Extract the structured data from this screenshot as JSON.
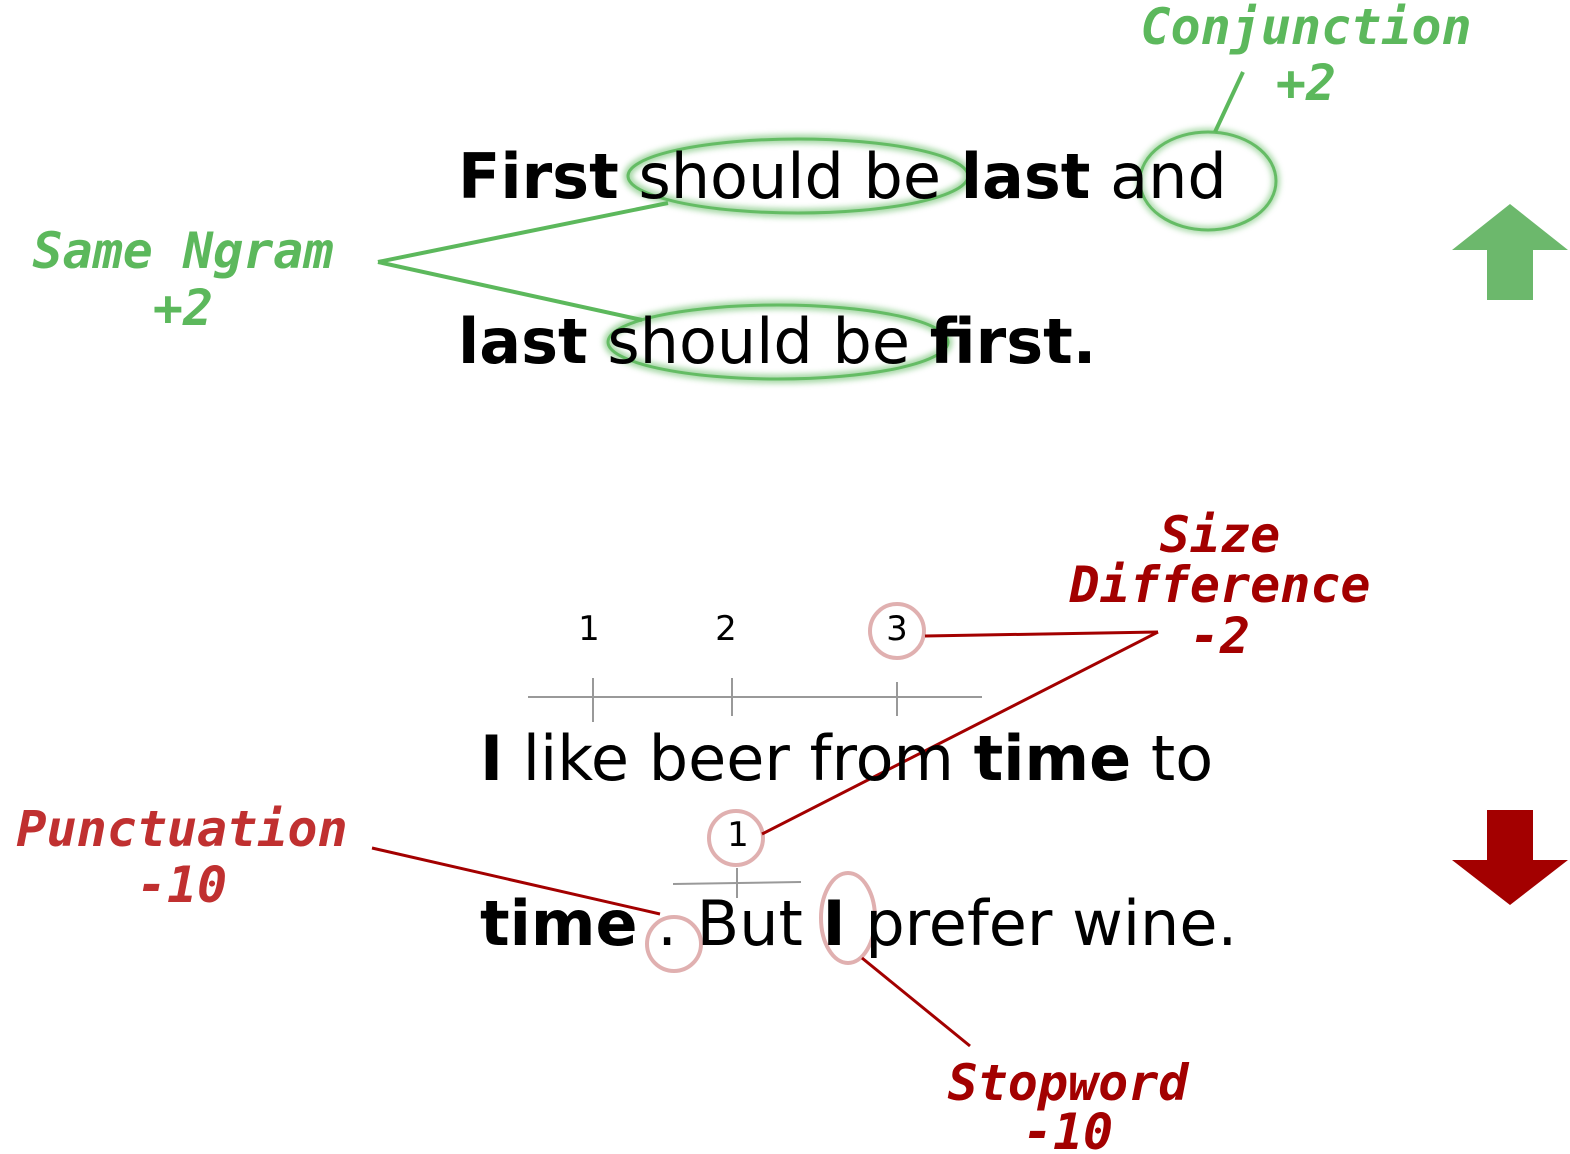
{
  "top": {
    "line1": [
      {
        "text": "First",
        "bold": true
      },
      {
        "text": " should be ",
        "bold": false
      },
      {
        "text": "last",
        "bold": true
      },
      {
        "text": " and",
        "bold": false
      }
    ],
    "line2": [
      {
        "text": "last",
        "bold": true
      },
      {
        "text": " should be ",
        "bold": false
      },
      {
        "text": "first.",
        "bold": true
      }
    ],
    "same_ngram_label": "Same Ngram",
    "same_ngram_score": "+2",
    "conjunction_label": "Conjunction",
    "conjunction_score": "+2",
    "arrow": "up-arrow-icon",
    "color": "#5cb85c"
  },
  "bottom": {
    "line1": [
      {
        "text": "I",
        "bold": true
      },
      {
        "text": " like beer from ",
        "bold": false
      },
      {
        "text": "time",
        "bold": true
      },
      {
        "text": " to",
        "bold": false
      }
    ],
    "line2": [
      {
        "text": "time",
        "bold": true
      },
      {
        "text": " . But ",
        "bold": false
      },
      {
        "text": "I",
        "bold": true
      },
      {
        "text": " prefer wine.",
        "bold": false
      }
    ],
    "ruler_top_ticks": [
      "1",
      "2",
      "3"
    ],
    "ruler_bottom_tick": "1",
    "size_diff_label_1": "Size",
    "size_diff_label_2": "Difference",
    "size_diff_score": "-2",
    "punctuation_label": "Punctuation",
    "punctuation_score": "-10",
    "stopword_label": "Stopword",
    "stopword_score": "-10",
    "arrow": "down-arrow-icon",
    "color": "#a30000"
  }
}
